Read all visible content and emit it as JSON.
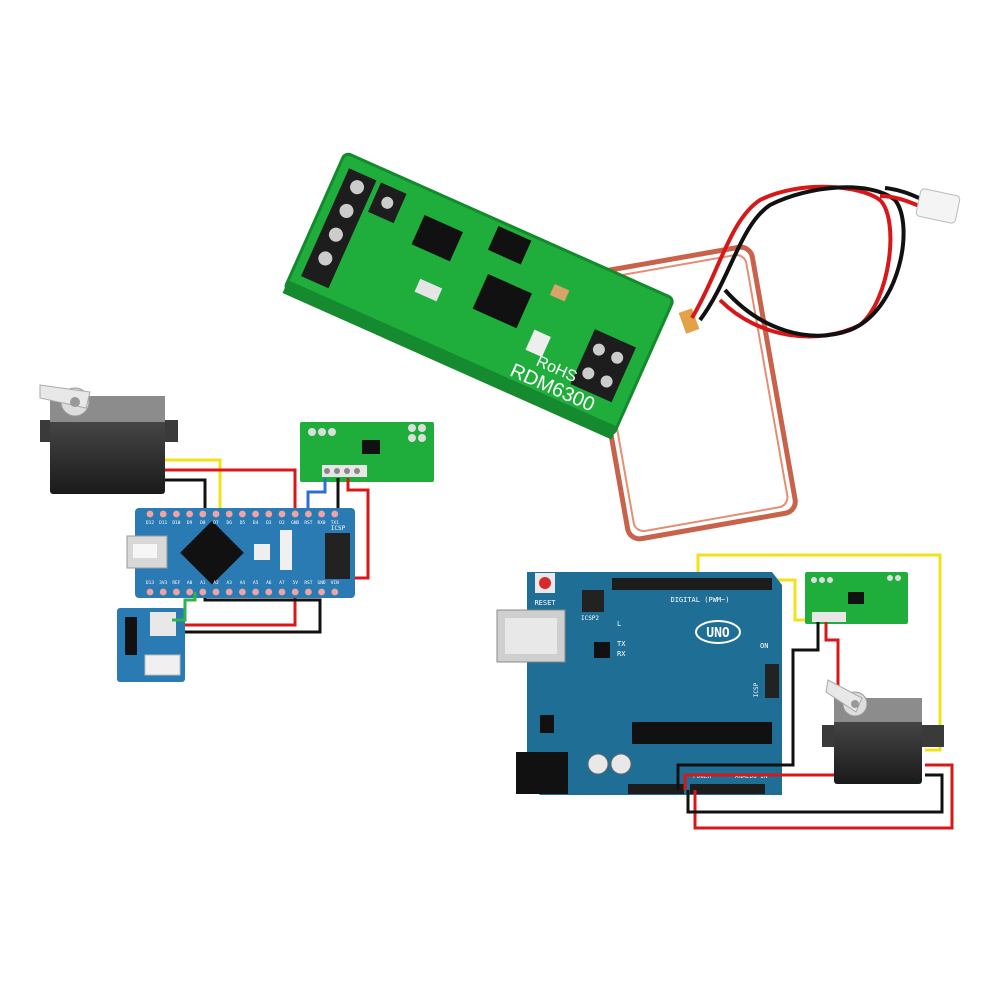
{
  "rfid_module": {
    "model_text": "RDM6300",
    "rohs_text": "RoHS"
  },
  "arduino_uno": {
    "logo_text": "UNO",
    "reset_label": "RESET",
    "icsp2_label": "ICSP2",
    "icsp_label": "ICSP",
    "on_label": "ON",
    "l_label": "L",
    "tx_label": "TX",
    "rx_label": "RX",
    "power_label": "POWER",
    "analog_label": "ANALOG IN",
    "digital_label": "DIGITAL (PWM~)"
  },
  "arduino_nano": {
    "icsp_label": "ICSP",
    "top_pins": [
      "D12",
      "D11",
      "D10",
      "D9",
      "D8",
      "D7",
      "D6",
      "D5",
      "D4",
      "D3",
      "D2",
      "GND",
      "RST",
      "RX0",
      "TX1"
    ],
    "bottom_pins": [
      "D13",
      "3V3",
      "REF",
      "A0",
      "A1",
      "A2",
      "A3",
      "A4",
      "A5",
      "A6",
      "A7",
      "5V",
      "RST",
      "GND",
      "VIN"
    ]
  },
  "colors": {
    "uno_board": "#1f6e96",
    "nano_board": "#2a7ab3",
    "rfid_board": "#1fae3c",
    "coil": "#c9624a",
    "wire_red": "#d81818",
    "wire_black": "#111111",
    "wire_yellow": "#f2e11a",
    "wire_blue": "#2f6fd1",
    "servo_body": "#2b2b2b"
  },
  "icons": [
    "servo-motor-icon",
    "rfid-antenna-coil-icon",
    "usb-port-icon",
    "dc-jack-icon",
    "chip-icon"
  ]
}
